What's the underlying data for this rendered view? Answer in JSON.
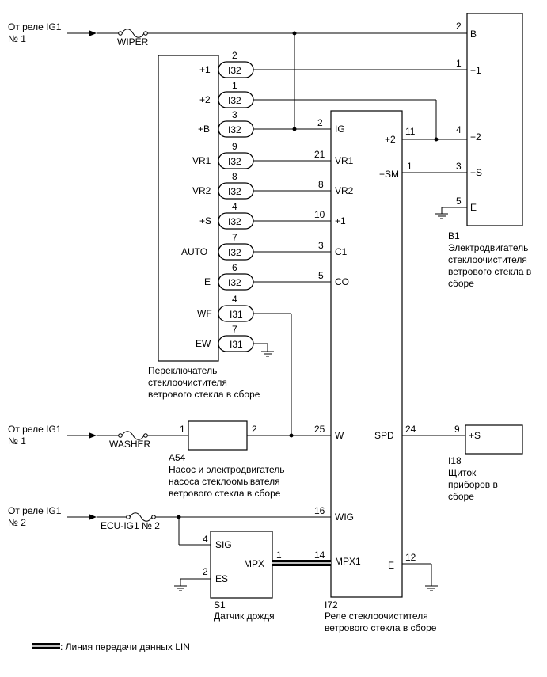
{
  "sources": {
    "relay1_top": [
      "От реле IG1",
      "№ 1"
    ],
    "relay1_washer": [
      "От реле IG1",
      "№ 1"
    ],
    "relay2": [
      "От реле IG1",
      "№ 2"
    ]
  },
  "fuses": {
    "wiper": "WIPER",
    "washer": "WASHER",
    "ecu": "ECU-IG1 № 2"
  },
  "switch": {
    "rows": [
      {
        "label": "+1",
        "pin": "2",
        "conn": "I32"
      },
      {
        "label": "+2",
        "pin": "1",
        "conn": "I32"
      },
      {
        "label": "+B",
        "pin": "3",
        "conn": "I32"
      },
      {
        "label": "VR1",
        "pin": "9",
        "conn": "I32"
      },
      {
        "label": "VR2",
        "pin": "8",
        "conn": "I32"
      },
      {
        "label": "+S",
        "pin": "4",
        "conn": "I32"
      },
      {
        "label": "AUTO",
        "pin": "7",
        "conn": "I32"
      },
      {
        "label": "E",
        "pin": "6",
        "conn": "I32"
      },
      {
        "label": "WF",
        "pin": "4",
        "conn": "I31"
      },
      {
        "label": "EW",
        "pin": "7",
        "conn": "I31"
      }
    ],
    "caption": [
      "Переключатель",
      "стеклоочистителя",
      "ветрового стекла в сборе"
    ]
  },
  "relay": {
    "left_pins": [
      {
        "num": "2",
        "label": "IG"
      },
      {
        "num": "21",
        "label": "VR1"
      },
      {
        "num": "8",
        "label": "VR2"
      },
      {
        "num": "10",
        "label": "+1"
      },
      {
        "num": "3",
        "label": "C1"
      },
      {
        "num": "5",
        "label": "CO"
      },
      {
        "num": "25",
        "label": "W"
      },
      {
        "num": "16",
        "label": "WIG"
      },
      {
        "num": "14",
        "label": "MPX1"
      }
    ],
    "right_pins": [
      {
        "num": "11",
        "label": "+2"
      },
      {
        "num": "1",
        "label": "+SM"
      },
      {
        "num": "24",
        "label": "SPD"
      },
      {
        "num": "12",
        "label": "E"
      }
    ],
    "code": "I72",
    "caption": [
      "Реле стеклоочистителя",
      "ветрового стекла в сборе"
    ]
  },
  "motor": {
    "pins": [
      {
        "num": "2",
        "label": "B"
      },
      {
        "num": "1",
        "label": "+1"
      },
      {
        "num": "4",
        "label": "+2"
      },
      {
        "num": "3",
        "label": "+S"
      },
      {
        "num": "5",
        "label": "E"
      }
    ],
    "code": "B1",
    "caption": [
      "Электродвигатель",
      "стеклоочистителя",
      "ветрового стекла в",
      "сборе"
    ]
  },
  "pump": {
    "pin_in": "1",
    "pin_out": "2",
    "code": "A54",
    "caption": [
      "Насос и электродвигатель",
      "насоса стеклоомывателя",
      "ветрового стекла в сборе"
    ]
  },
  "meter": {
    "pin": "9",
    "label": "+S",
    "code": "I18",
    "caption": [
      "Щиток",
      "приборов в",
      "сборе"
    ]
  },
  "sensor": {
    "pins": [
      {
        "num": "4",
        "label": "SIG"
      },
      {
        "num": "2",
        "label": "ES"
      },
      {
        "num": "1",
        "label": "MPX"
      }
    ],
    "code": "S1",
    "caption": "Датчик дождя"
  },
  "legend": ": Линия передачи данных LIN"
}
